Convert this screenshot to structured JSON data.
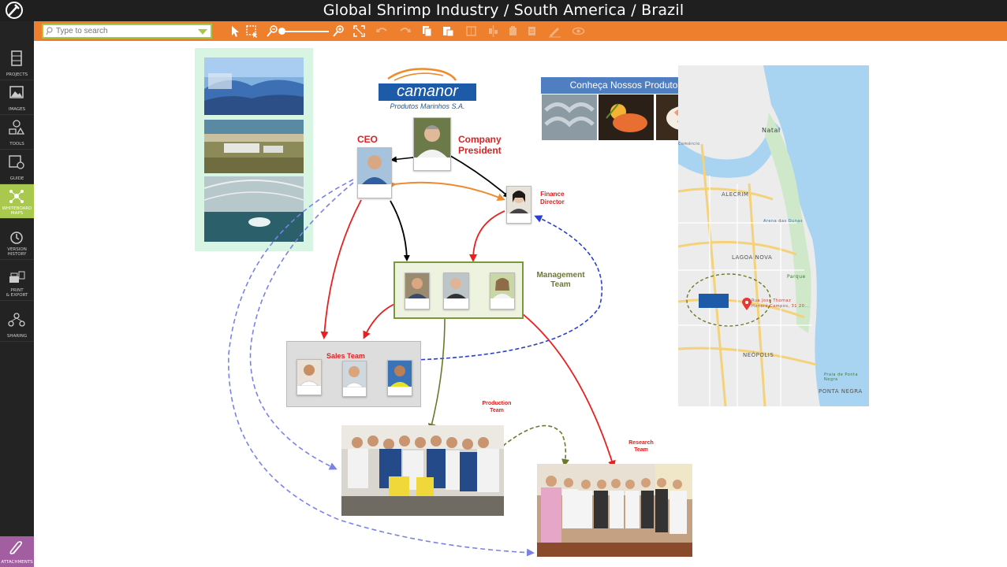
{
  "window": {
    "title": "Global Shrimp Industry / South America / Brazil"
  },
  "toolbar": {
    "search_placeholder": "Type to search"
  },
  "sidebar": {
    "items": [
      {
        "label": "PROJECTS"
      },
      {
        "label": "IMAGES"
      },
      {
        "label": "TOOLS"
      },
      {
        "label": "GUIDE"
      },
      {
        "label": "WHITEBOARD",
        "label2": "MAPS"
      },
      {
        "label": "VERSION",
        "label2": "HISTORY"
      },
      {
        "label": "PRINT",
        "label2": "& EXPORT"
      },
      {
        "label": "SHARING"
      }
    ],
    "attachments_label": "ATTACHMENTS"
  },
  "logo": {
    "name": "camanor",
    "subtitle": "Produtos Marinhos S.A."
  },
  "labels": {
    "ceo": "CEO",
    "president_1": "Company",
    "president_2": "President",
    "finance_1": "Finance",
    "finance_2": "Director",
    "management_1": "Management",
    "management_2": "Team",
    "sales": "Sales Team",
    "production_1": "Production",
    "production_2": "Team",
    "research_1": "Research",
    "research_2": "Team"
  },
  "products": {
    "header": "Conheça Nossos Produtos"
  },
  "map": {
    "places": {
      "natal": "Natal",
      "alecrim": "ALECRIM",
      "lagoa_nova": "LAGOA NOVA",
      "neopolis": "NEÓPOLIS",
      "ponta_negra": "PONTA NEGRA",
      "parque": "Parque",
      "arena": "Arena das Dunas",
      "praia": "Praia de Ponta Negra",
      "comercio": "Comércio",
      "address_1": "Rua Jose Thomaz",
      "address_2": "Honoré Campos, 31 20..."
    }
  },
  "colors": {
    "toolbar": "#ee7f2d",
    "sidebar": "#232323",
    "sidebar_active": "#a9c84e",
    "attachments": "#a35ea1",
    "label_red": "#e02020",
    "management_green": "#6b7a2a",
    "arrow_orange": "#ee8a30",
    "arrow_blue_dashed": "#2a3fd0",
    "arrow_periwinkle": "#7a82e8",
    "arrow_olive": "#6b7a2a"
  }
}
